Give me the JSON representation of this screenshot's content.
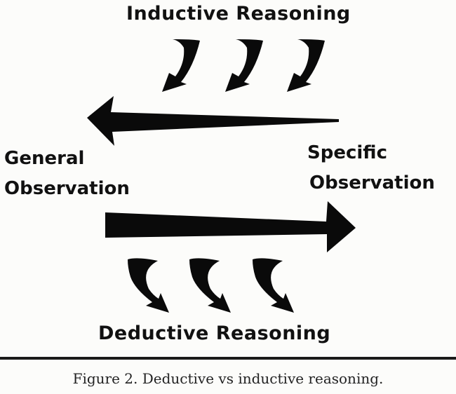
{
  "diagram": {
    "top_label": "Inductive Reasoning",
    "bottom_label": "Deductive Reasoning",
    "left_label": [
      "General",
      "Observation"
    ],
    "right_label": [
      "Specific",
      "Observation"
    ],
    "arrow_color": "#0a0a0a",
    "text_color": "#111111"
  },
  "caption": {
    "text": "Figure 2. Deductive vs inductive reasoning.",
    "second_line": ""
  }
}
